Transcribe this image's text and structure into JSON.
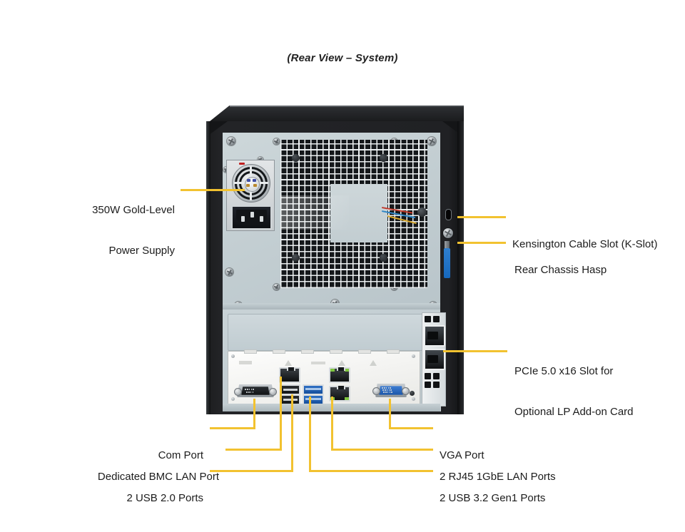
{
  "figure": {
    "title": "(Rear View – System)",
    "accent_color": "#f2c230",
    "chassis_color": "#1f2023",
    "panel_color": "#c5d0d4"
  },
  "callouts": {
    "left": [
      {
        "id": "power-supply",
        "line1": "350W Gold-Level",
        "line2": "Power Supply"
      },
      {
        "id": "com-port",
        "line1": "Com Port"
      },
      {
        "id": "bmc-lan-port",
        "line1": "Dedicated BMC LAN Port"
      },
      {
        "id": "usb2-ports",
        "line1": "2 USB 2.0 Ports"
      }
    ],
    "right": [
      {
        "id": "kensington-slot",
        "line1": "Kensington Cable Slot (K-Slot)"
      },
      {
        "id": "rear-chassis-hasp",
        "line1": "Rear Chassis Hasp"
      },
      {
        "id": "pcie-slot",
        "line1": "PCIe 5.0 x16 Slot for",
        "line2": "Optional LP Add-on Card"
      },
      {
        "id": "vga-port",
        "line1": "VGA Port"
      },
      {
        "id": "rj45-lan-ports",
        "line1": "2 RJ45 1GbE LAN Ports"
      },
      {
        "id": "usb32-gen1-ports",
        "line1": "2 USB 3.2 Gen1 Ports"
      }
    ]
  },
  "io_panel": {
    "ports": [
      {
        "name": "serial-com-port",
        "type": "DB9"
      },
      {
        "name": "bmc-lan-port",
        "type": "RJ45"
      },
      {
        "name": "usb-2-0-port-1",
        "type": "USB-A"
      },
      {
        "name": "usb-2-0-port-2",
        "type": "USB-A"
      },
      {
        "name": "usb-3-2-gen1-port-1",
        "type": "USB-A"
      },
      {
        "name": "usb-3-2-gen1-port-2",
        "type": "USB-A"
      },
      {
        "name": "lan-port-1",
        "type": "RJ45"
      },
      {
        "name": "lan-port-2",
        "type": "RJ45"
      },
      {
        "name": "vga-port",
        "type": "DB15"
      }
    ]
  }
}
